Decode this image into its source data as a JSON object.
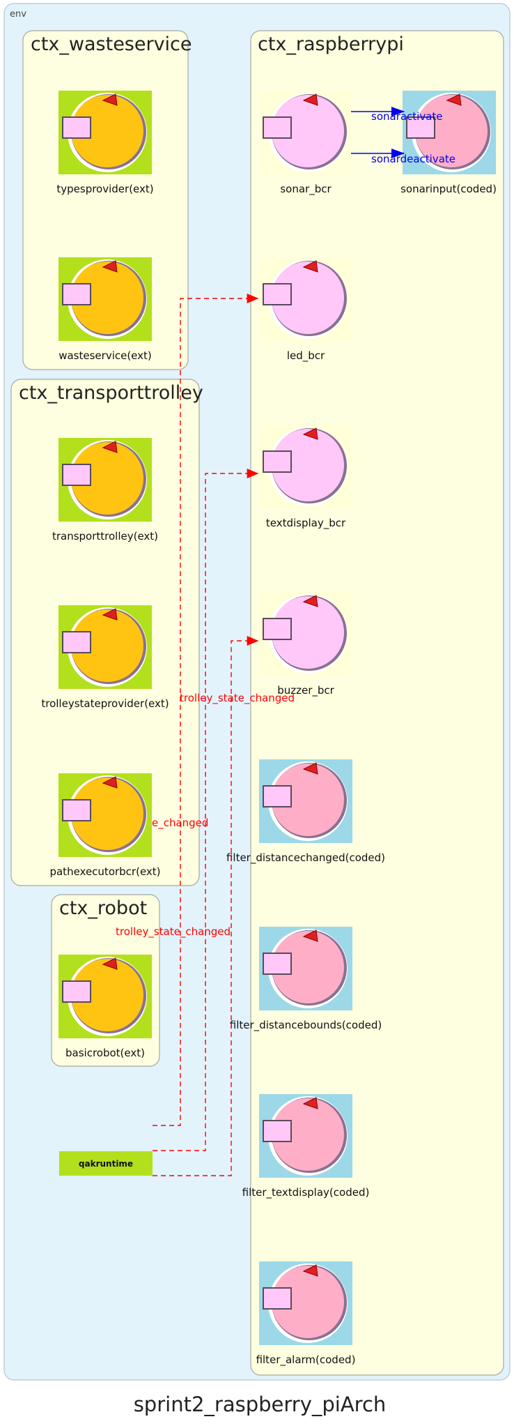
{
  "title": "sprint2_raspberry_piArch",
  "env_label": "env",
  "colors": {
    "env_bg": "#e2f3fc",
    "ctx_bg": "#fefee0",
    "ext_bg": "#b2e01c",
    "ext_circle": "#ffc412",
    "bcr_bg": "#ffffd8",
    "bcr_circle": "#ffc8f8",
    "coded_bg": "#9cd8e8",
    "coded_circle": "#ffaec8",
    "event_edge": "#ff0000",
    "dispatch_edge": "#0000ee"
  },
  "contexts": {
    "wasteservice": {
      "name": "ctx_wasteservice",
      "actors": [
        "typesprovider(ext)",
        "wasteservice(ext)"
      ]
    },
    "transporttrolley": {
      "name": "ctx_transporttrolley",
      "actors": [
        "transporttrolley(ext)",
        "trolleystateprovider(ext)",
        "pathexecutorbcr(ext)"
      ]
    },
    "robot": {
      "name": "ctx_robot",
      "actors": [
        "basicrobot(ext)"
      ]
    },
    "raspberrypi": {
      "name": "ctx_raspberrypi",
      "actors": [
        "sonar_bcr",
        "sonarinput(coded)",
        "led_bcr",
        "textdisplay_bcr",
        "buzzer_bcr",
        "filter_distancechanged(coded)",
        "filter_distancebounds(coded)",
        "filter_textdisplay(coded)",
        "filter_alarm(coded)"
      ]
    }
  },
  "runtime_label": "qakruntime",
  "edges": {
    "sonar_activate": "sonaractivate",
    "sonar_deactivate": "sonardeactivate",
    "trolley_label_1": "trolley_state_changed",
    "trolley_label_2": "e_changed",
    "trolley_label_3": "trolley_state_changed"
  }
}
